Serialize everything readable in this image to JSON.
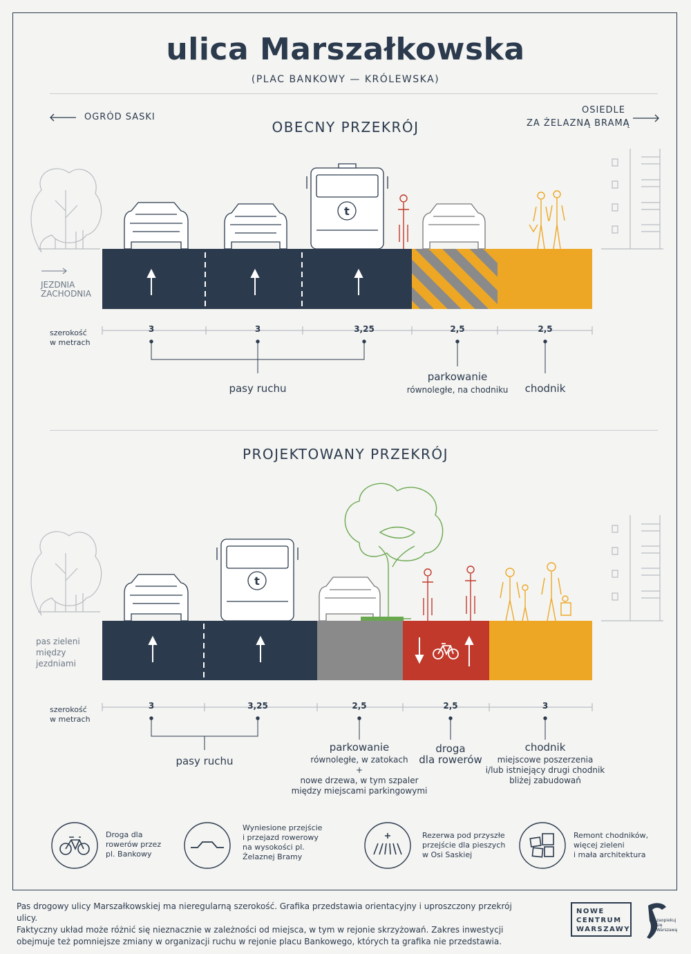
{
  "header": {
    "title": "ulica Marszałkowska",
    "subtitle": "(PLAC BANKOWY — KRÓLEWSKA)"
  },
  "directions": {
    "left": "OGRÓD SASKI",
    "right_line1": "OSIEDLE",
    "right_line2": "ZA ŻELAZNĄ BRAMĄ"
  },
  "current": {
    "title": "OBECNY PRZEKRÓJ",
    "side_label_line1": "JEZDNIA",
    "side_label_line2": "ZACHODNIA",
    "width_label_line1": "szerokość",
    "width_label_line2": "w metrach",
    "widths": [
      "3",
      "3",
      "3,25",
      "2,5",
      "2,5"
    ],
    "labels": {
      "lanes": "pasy ruchu",
      "parking": "parkowanie",
      "parking_sub": "równoległe, na chodniku",
      "sidewalk": "chodnik"
    }
  },
  "projected": {
    "title": "PROJEKTOWANY PRZEKRÓJ",
    "side_label_line1": "pas zieleni",
    "side_label_line2": "między",
    "side_label_line3": "jezdniami",
    "width_label_line1": "szerokość",
    "width_label_line2": "w metrach",
    "widths": [
      "3",
      "3,25",
      "2,5",
      "2,5",
      "3"
    ],
    "labels": {
      "lanes": "pasy ruchu",
      "parking": "parkowanie",
      "parking_sub1": "równoległe, w zatokach",
      "parking_sub2": "+",
      "parking_sub3": "nowe drzewa, w tym szpaler",
      "parking_sub4": "między miejscami parkingowymi",
      "bike": "droga",
      "bike2": "dla rowerów",
      "sidewalk": "chodnik",
      "sidewalk_sub1": "miejscowe poszerzenia",
      "sidewalk_sub2": "i/lub istniejący drugi chodnik",
      "sidewalk_sub3": "bliżej zabudowań"
    }
  },
  "features": [
    {
      "icon": "bicycle-icon",
      "l1": "Droga dla",
      "l2": "rowerów przez",
      "l3": "pl. Bankowy",
      "l4": ""
    },
    {
      "icon": "raised-crossing-icon",
      "l1": "Wyniesione przejście",
      "l2": "i przejazd rowerowy",
      "l3": "na wysokości pl.",
      "l4": "Żelaznej Bramy"
    },
    {
      "icon": "crosswalk-icon",
      "l1": "Rezerwa pod przyszłe",
      "l2": "przejście dla pieszych",
      "l3": "w Osi Saskiej",
      "l4": ""
    },
    {
      "icon": "paving-icon",
      "l1": "Remont chodników,",
      "l2": "więcej zieleni",
      "l3": "i mała architektura",
      "l4": ""
    }
  ],
  "footer": {
    "line1": "Pas drogowy ulicy Marszałkowskiej ma nieregularną szerokość. Grafika przedstawia orientacyjny i uproszczony przekrój ulicy.",
    "line2": "Faktyczny układ może różnić się nieznacznie w zależności od miejsca, w tym w rejonie skrzyżowań. Zakres inwestycji",
    "line3": "obejmuje też pomniejsze zmiany w organizacji ruchu w rejonie placu Bankowego, których ta grafika nie przedstawia.",
    "logo1": "NOWE",
    "logo2": "CENTRUM",
    "logo3": "WARSZAWY",
    "logo_right": "zaopiekuj się Warszawą"
  },
  "colors": {
    "navy": "#2b3a4d",
    "orange": "#eda724",
    "gray": "#8a8a8a",
    "red": "#c0392b",
    "green": "#6aa84f",
    "sketch": "#b8bcc2"
  }
}
